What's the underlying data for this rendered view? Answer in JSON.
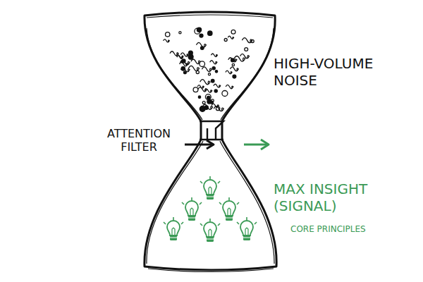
{
  "diagram": {
    "labels": [
      "HIGH-VOLUME NOISE",
      "ATTENTION FILTER",
      "MAX INSIGHT (SIGNAL)",
      "CORE PRINCIPLES"
    ]
  }
}
